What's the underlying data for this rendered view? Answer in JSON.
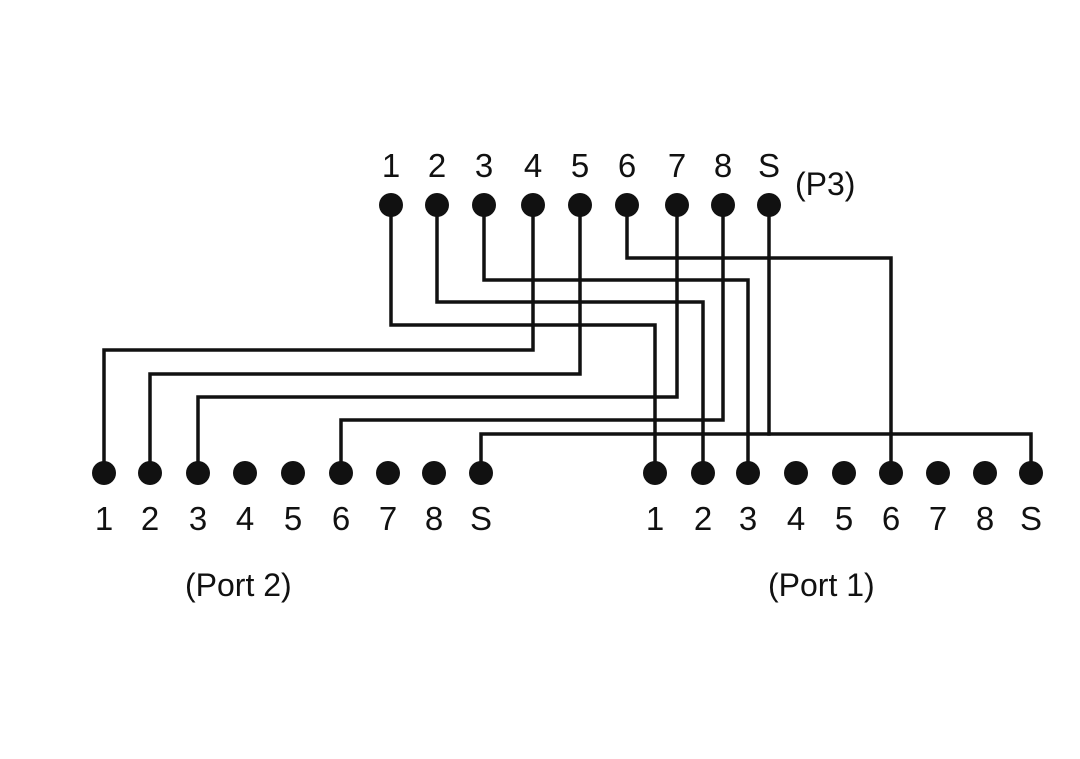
{
  "colors": {
    "ink": "#111111",
    "background": "#ffffff"
  },
  "connectors": {
    "p3": {
      "label": "(P3)",
      "pins": [
        "1",
        "2",
        "3",
        "4",
        "5",
        "6",
        "7",
        "8",
        "S"
      ]
    },
    "port2": {
      "label": "(Port 2)",
      "pins": [
        "1",
        "2",
        "3",
        "4",
        "5",
        "6",
        "7",
        "8",
        "S"
      ]
    },
    "port1": {
      "label": "(Port 1)",
      "pins": [
        "1",
        "2",
        "3",
        "4",
        "5",
        "6",
        "7",
        "8",
        "S"
      ]
    }
  },
  "connections": [
    {
      "from": "p3.1",
      "to": "port1.1"
    },
    {
      "from": "p3.2",
      "to": "port1.2"
    },
    {
      "from": "p3.3",
      "to": "port1.3"
    },
    {
      "from": "p3.4",
      "to": "port2.1"
    },
    {
      "from": "p3.5",
      "to": "port2.2"
    },
    {
      "from": "p3.6",
      "to": "port1.6"
    },
    {
      "from": "p3.7",
      "to": "port2.3"
    },
    {
      "from": "p3.8",
      "to": "port2.6"
    },
    {
      "from": "p3.S",
      "to": "port2.S"
    },
    {
      "from": "p3.S",
      "to": "port1.S"
    }
  ]
}
